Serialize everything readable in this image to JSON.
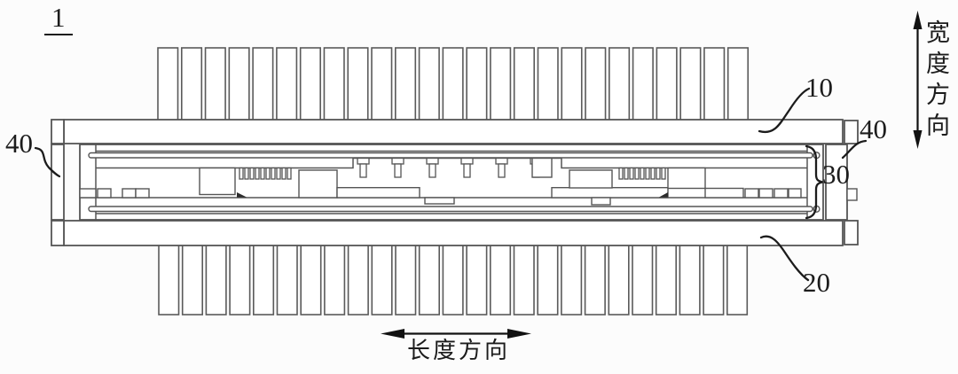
{
  "figure": {
    "number_label": "1",
    "reference_labels": {
      "top_heat_sink": "10",
      "bottom_heat_sink": "20",
      "middle_assembly": "30",
      "left_side_member": "40",
      "right_side_member": "40"
    },
    "direction_annotations": {
      "width": "宽度方向",
      "length": "长度方向"
    },
    "fins": {
      "top_count": 25,
      "bottom_count": 25
    },
    "colors": {
      "background": "#fcfcfc",
      "line": "#555555",
      "annotation": "#1c1c1c"
    }
  }
}
